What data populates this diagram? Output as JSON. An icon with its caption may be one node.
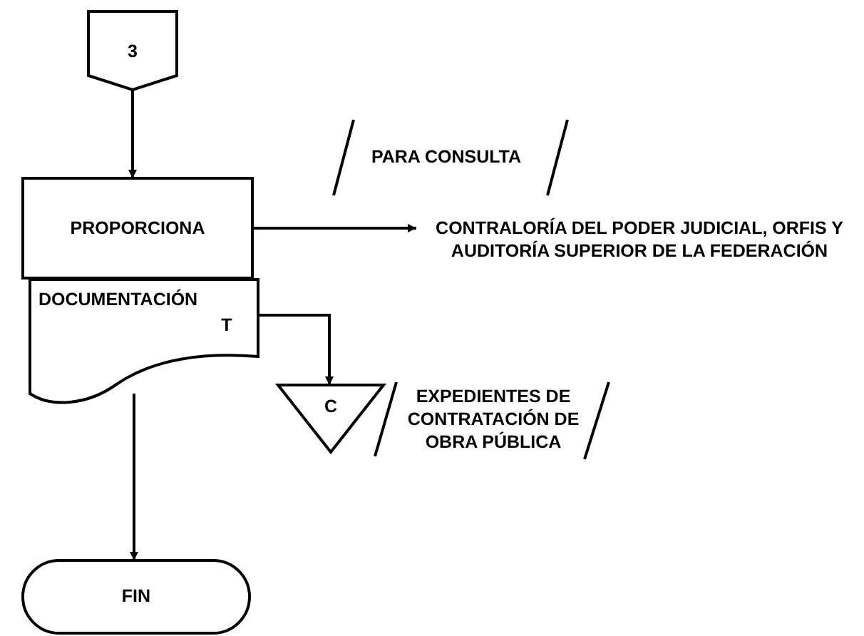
{
  "diagram": {
    "nodes": [
      {
        "text": [
          "3"
        ]
      },
      {
        "text": [
          "PROPORCIONA"
        ]
      },
      {
        "text": [
          "DOCUMENTACIÓN",
          "T"
        ]
      },
      {
        "text": [
          "C"
        ],
        "beside": [
          "EXPEDIENTES DE CONTRATACIÓN DE OBRA PÚBLICA"
        ]
      },
      {
        "text": [
          "CONTRALORÍA DEL PODER JUDICIAL, ORFIS Y AUDITORÍA SUPERIOR DE LA FEDERACIÓN"
        ]
      },
      {
        "text": [
          "FIN"
        ]
      }
    ],
    "edges": [
      {
        "from": 0,
        "to": 1,
        "arrow": "to"
      },
      {
        "from": 1,
        "to": 4,
        "arrow": "to",
        "label": "PARA CONSULTA"
      },
      {
        "from": 2,
        "to": 3,
        "arrow": "to"
      },
      {
        "from": 2,
        "to": 5,
        "arrow": "to"
      }
    ]
  }
}
